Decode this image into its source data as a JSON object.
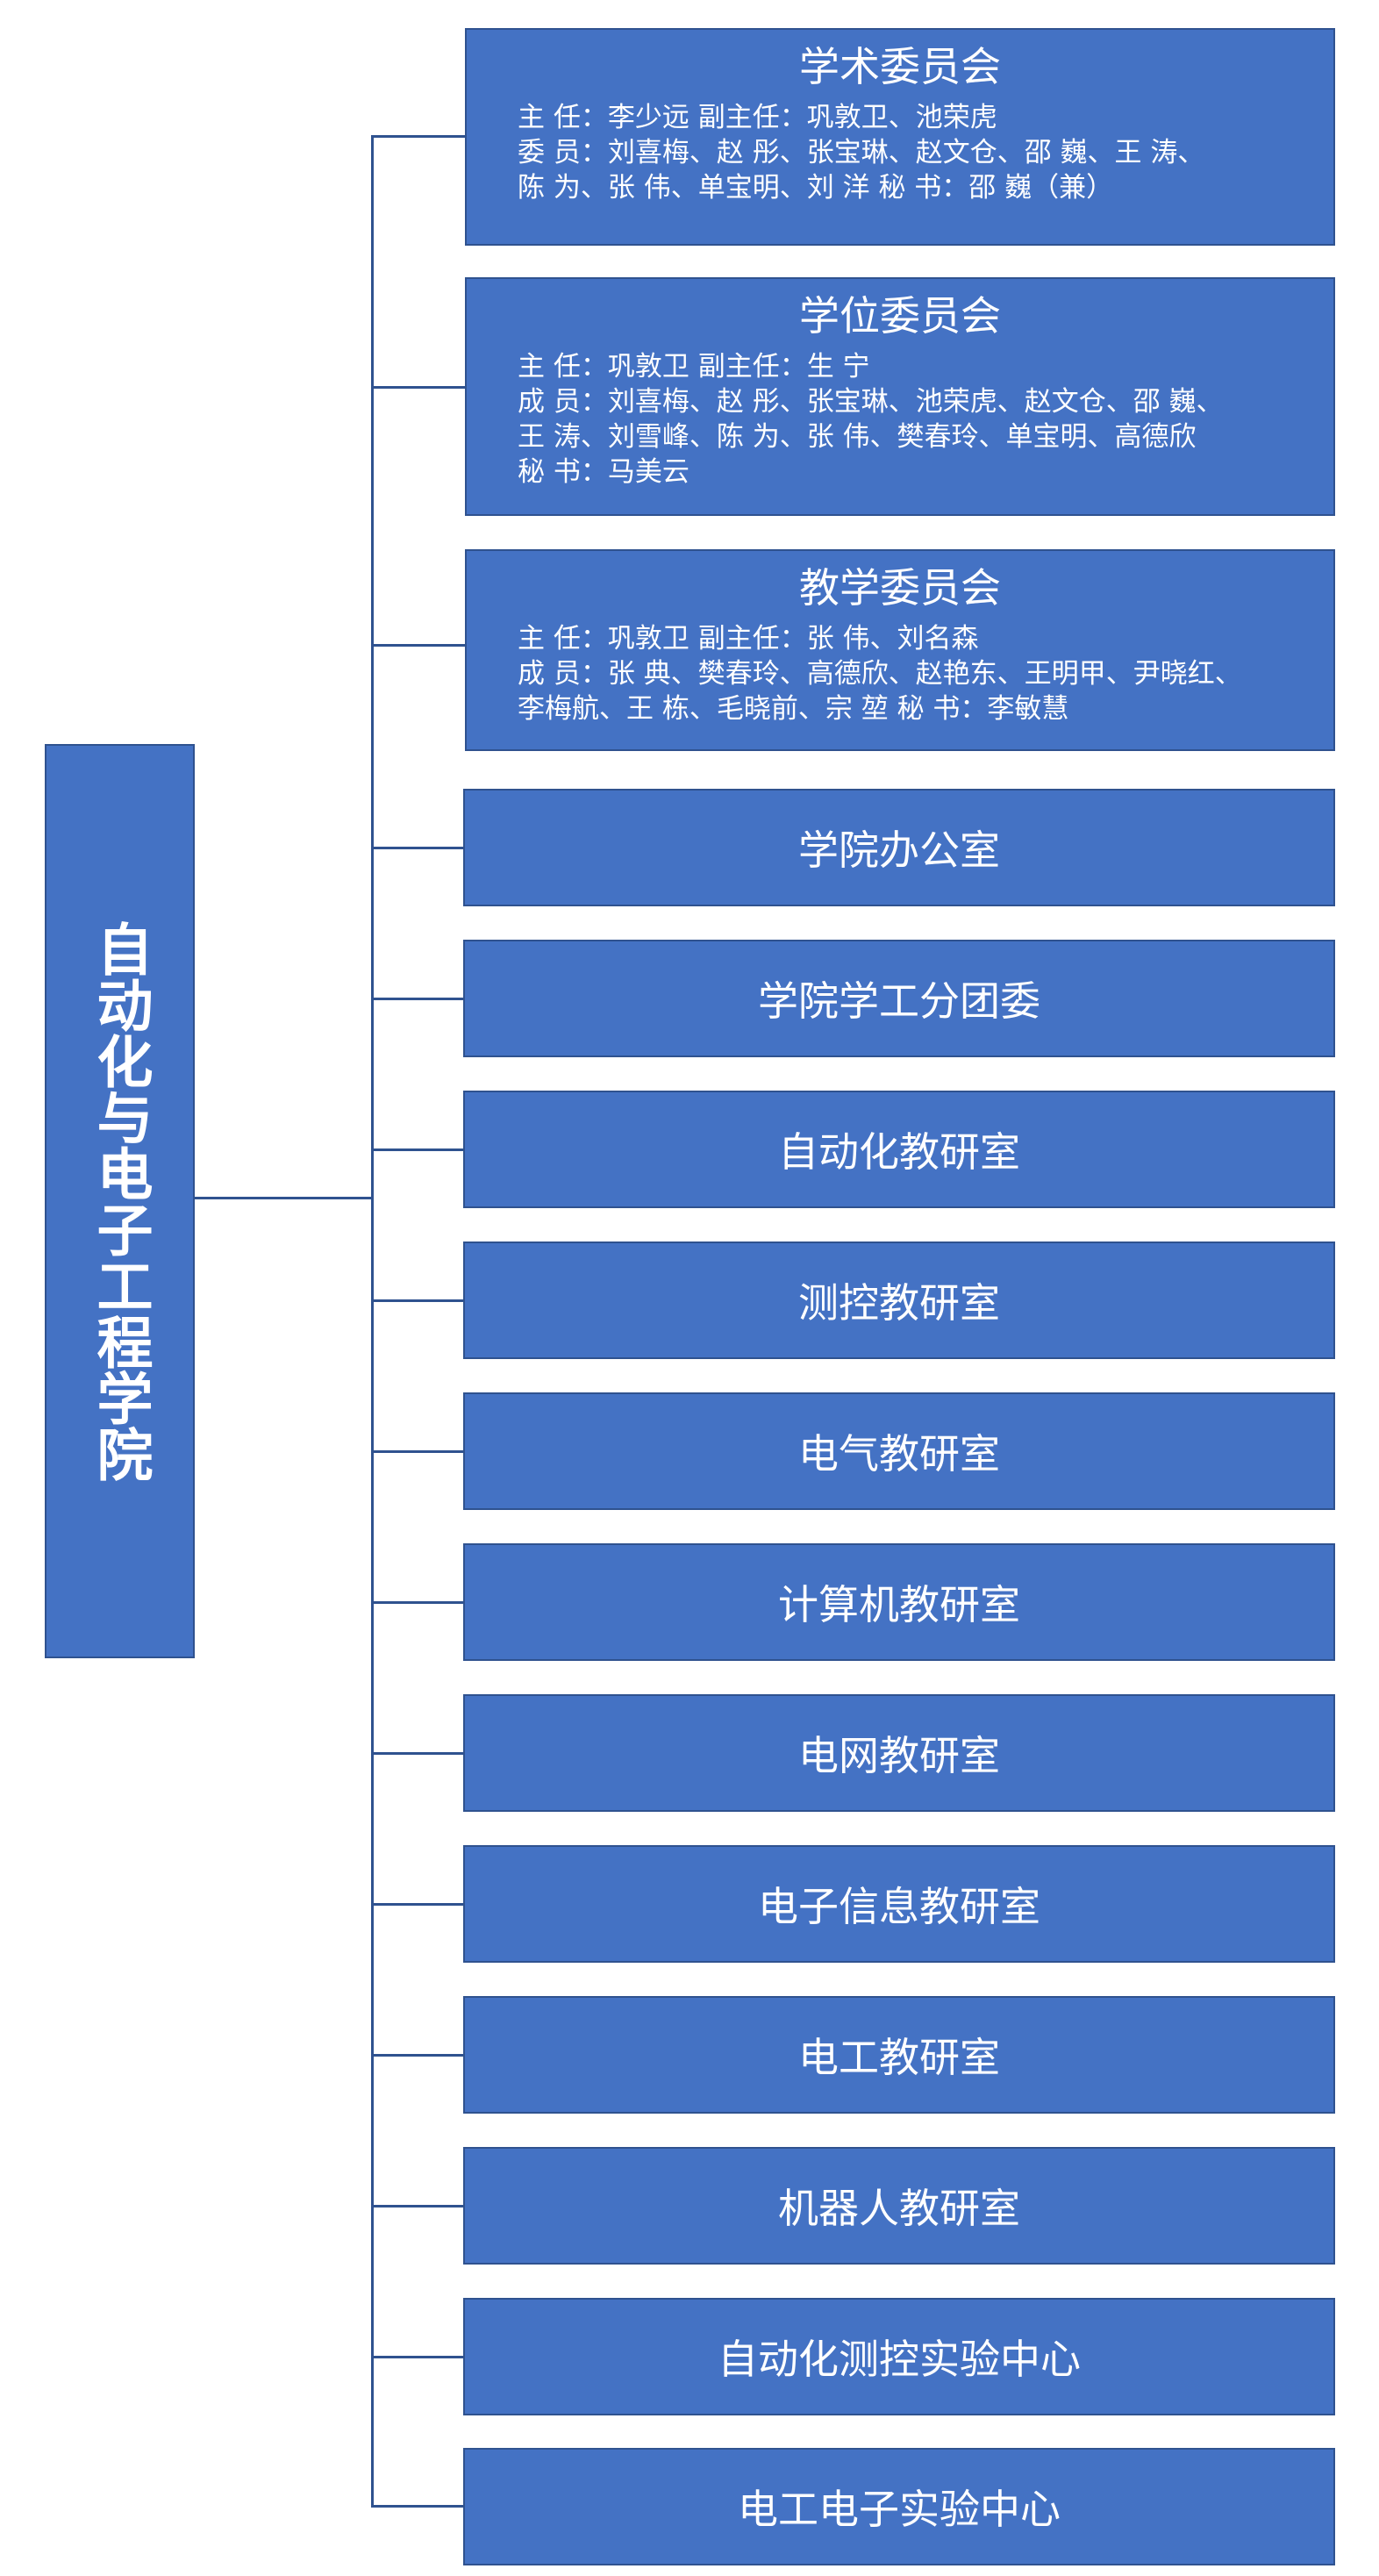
{
  "root": {
    "title": "自动化与电子工程学院"
  },
  "committees": [
    {
      "title": "学术委员会",
      "lines": [
        "主  任：李少远  副主任：巩敦卫、池荣虎",
        "委  员：刘喜梅、赵  彤、张宝琳、赵文仓、邵  巍、王  涛、",
        "陈  为、张  伟、单宝明、刘  洋     秘  书：邵  巍（兼）"
      ]
    },
    {
      "title": "学位委员会",
      "lines": [
        "主  任：巩敦卫  副主任：生  宁",
        "成  员：刘喜梅、赵  彤、张宝琳、池荣虎、赵文仓、邵  巍、",
        "王  涛、刘雪峰、陈  为、张  伟、樊春玲、单宝明、高德欣",
        "秘  书：马美云"
      ]
    },
    {
      "title": "教学委员会",
      "lines": [
        "主  任：巩敦卫  副主任：张  伟、刘名森",
        "成  员：张  典、樊春玲、高德欣、赵艳东、王明甲、尹晓红、",
        "李梅航、王  栋、毛晓前、宗  堃   秘  书：李敏慧"
      ]
    }
  ],
  "units": [
    "学院办公室",
    "学院学工分团委",
    "自动化教研室",
    "测控教研室",
    "电气教研室",
    "计算机教研室",
    "电网教研室",
    "电子信息教研室",
    "电工教研室",
    "机器人教研室",
    "自动化测控实验中心",
    "电工电子实验中心"
  ],
  "colors": {
    "box_fill": "#4472C4",
    "box_border": "#2F528F",
    "text": "#FFFFFF",
    "line": "#2F528F"
  }
}
